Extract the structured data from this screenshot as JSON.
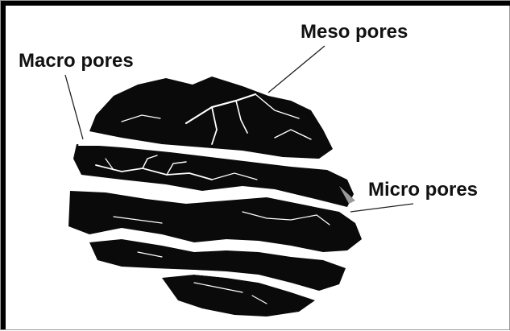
{
  "labels": {
    "macro": "Macro pores",
    "meso": "Meso pores",
    "micro": "Micro pores"
  },
  "colors": {
    "particle": "#0a0a0a",
    "pore": "#ffffff",
    "leader": "#222222"
  }
}
